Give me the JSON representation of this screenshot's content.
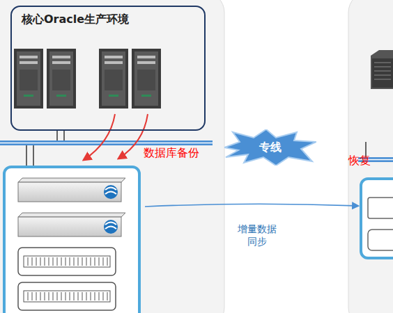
{
  "diagram": {
    "nodes": [
      {
        "text": [
          "核心Oracle生产环境"
        ]
      },
      {
        "text": [
          "专线"
        ]
      }
    ],
    "labels": [
      "数据库备份",
      "增量数据 同步",
      "恢复"
    ]
  }
}
